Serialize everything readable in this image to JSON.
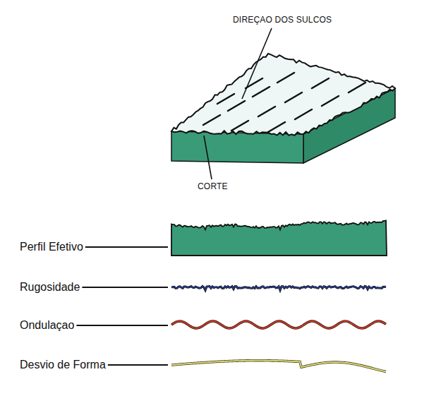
{
  "diagram": {
    "labels": [
      "DIREÇAO DOS SULCOS",
      "CORTE",
      "Perfil Efetivo",
      "Rugosidade",
      "Ondulaçao",
      "Desvio de Forma"
    ]
  }
}
